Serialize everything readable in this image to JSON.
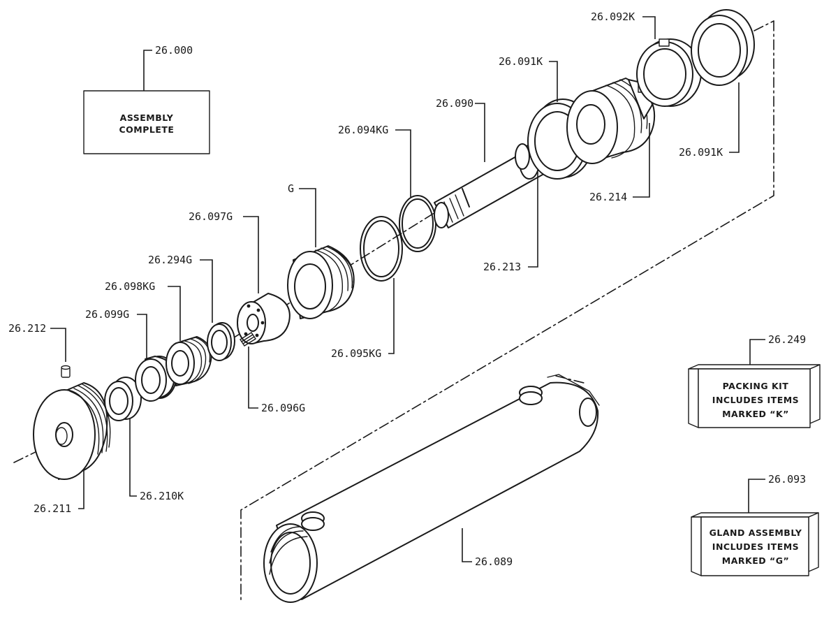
{
  "parts": {
    "p26000": "26.000",
    "p26092k": "26.092K",
    "p26091k_top": "26.091K",
    "p26090": "26.090",
    "p26094kg": "26.094KG",
    "p_g": "G",
    "p26097g": "26.097G",
    "p26294g": "26.294G",
    "p26098kg": "26.098KG",
    "p26099g": "26.099G",
    "p26212": "26.212",
    "p26091k_right": "26.091K",
    "p26214": "26.214",
    "p26213": "26.213",
    "p26095kg": "26.095KG",
    "p26096g": "26.096G",
    "p26249": "26.249",
    "p26093": "26.093",
    "p26211": "26.211",
    "p26210k": "26.210K",
    "p26089": "26.089"
  },
  "boxes": {
    "assembly_line1": "ASSEMBLY",
    "assembly_line2": "COMPLETE",
    "packing_line1": "PACKING  KIT",
    "packing_line2": "INCLUDES ITEMS",
    "packing_line3": "MARKED “K”",
    "gland_line1": "GLAND ASSEMBLY",
    "gland_line2": "INCLUDES ITEMS",
    "gland_line3": "MARKED “G”"
  }
}
